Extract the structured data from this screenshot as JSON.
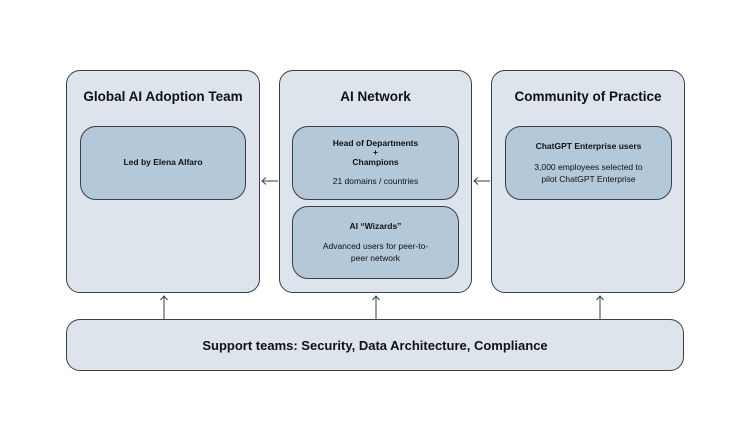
{
  "panels": {
    "adoption_team": {
      "title": "Global AI Adoption Team",
      "card": {
        "label": "Led by Elena Alfaro"
      }
    },
    "ai_network": {
      "title": "AI Network",
      "card_heads": {
        "title_line1": "Head of Departments",
        "plus": "+",
        "title_line2": "Champions",
        "subtitle": "21 domains / countries"
      },
      "card_wizards": {
        "title": "AI “Wizards”",
        "subtitle_line1": "Advanced users for peer-to-",
        "subtitle_line2": "peer network"
      }
    },
    "community": {
      "title": "Community of Practice",
      "card": {
        "title": "ChatGPT Enterprise users",
        "subtitle_line1": "3,000 employees selected to",
        "subtitle_line2": "pilot ChatGPT Enterprise"
      }
    }
  },
  "support": {
    "label": "Support teams: Security, Data Architecture, Compliance"
  },
  "colors": {
    "panel_fill": "#dde4ec",
    "card_fill": "#b3c8d9",
    "stroke": "#3a3f45"
  }
}
